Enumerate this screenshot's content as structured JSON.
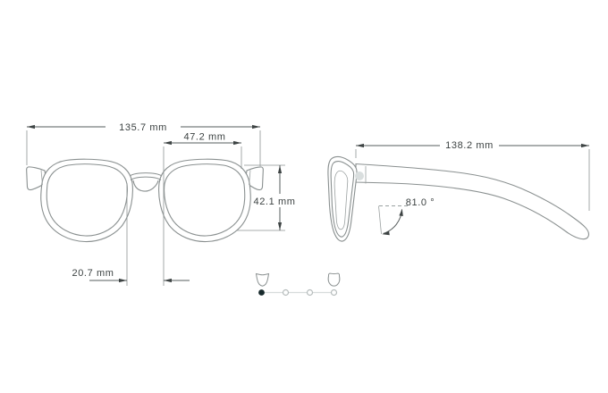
{
  "drawing": {
    "front_view": {
      "total_width": "135.7 mm",
      "lens_width": "47.2 mm",
      "lens_height": "42.1 mm",
      "bridge_width": "20.7 mm"
    },
    "side_view": {
      "temple_length": "138.2 mm",
      "pantoscopic_angle": "81.0 °"
    }
  },
  "stepper": {
    "total_steps": 4,
    "active_step": 1,
    "start_icon": "glasses-front-icon",
    "end_icon": "glasses-side-icon"
  },
  "colors": {
    "background": "#ffffff",
    "outline_gray": "#8a9090",
    "dimension_gray": "#565c5c",
    "text_gray": "#3c4242",
    "active_dot": "#182a2c",
    "inactive_dot_stroke": "#b5bbbb",
    "connector_line": "#d7dbdb",
    "hinge_rivet": "#d9dede"
  }
}
